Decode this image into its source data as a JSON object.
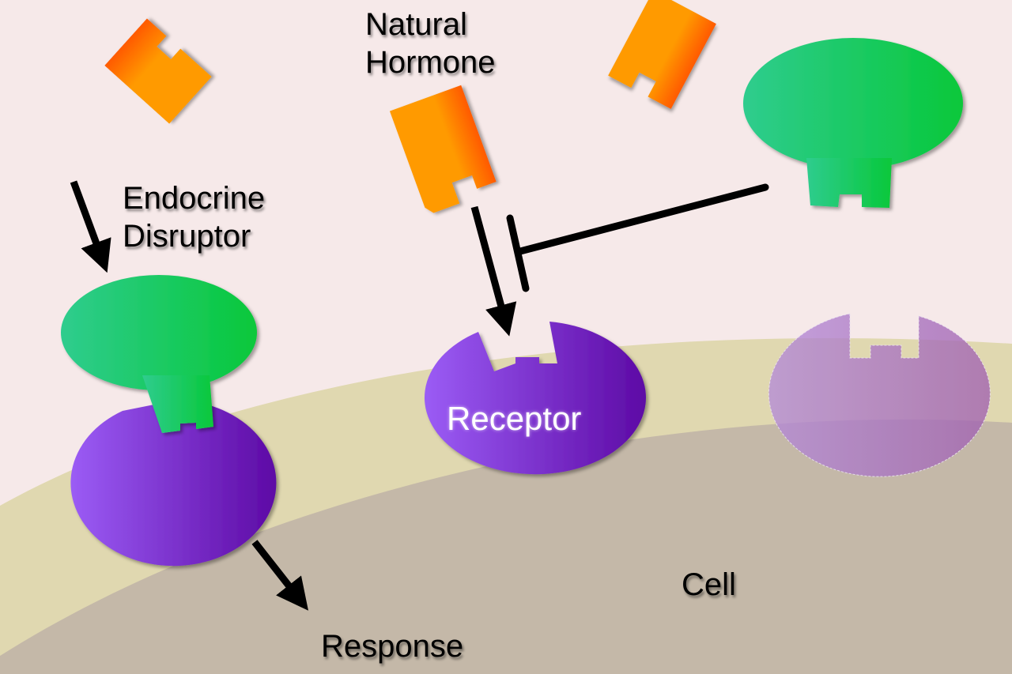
{
  "labels": {
    "natural_hormone_line1": "Natural",
    "natural_hormone_line2": "Hormone",
    "endocrine_disruptor_line1": "Endocrine",
    "endocrine_disruptor_line2": "Disruptor",
    "receptor": "Receptor",
    "response": "Response",
    "cell": "Cell"
  },
  "colors": {
    "background": "#f6e9e9",
    "membrane": "#e0d8b0",
    "cytoplasm": "#c4b8a8",
    "hormone": "#ff9900",
    "disruptor": "#22cc66",
    "receptor": "#7a2ecc",
    "arrow": "#000000"
  }
}
